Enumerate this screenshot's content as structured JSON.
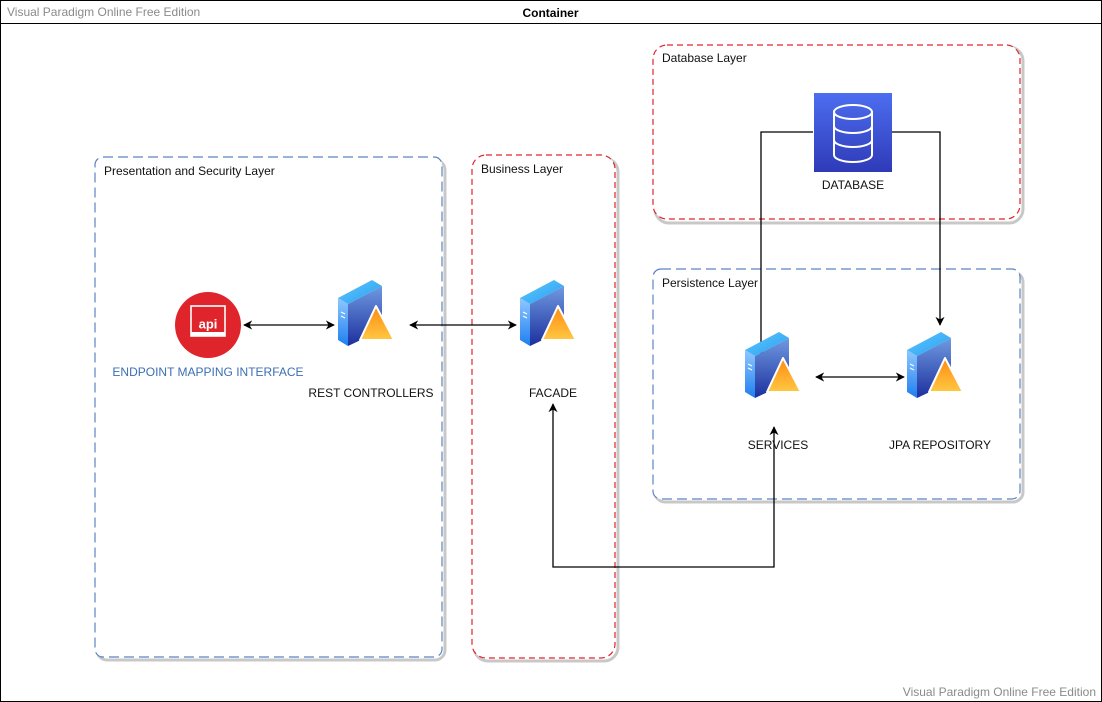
{
  "watermark": {
    "top": "Visual Paradigm Online Free Edition",
    "bottom": "Visual Paradigm Online Free Edition"
  },
  "container": {
    "title": "Container"
  },
  "layers": {
    "presentation": {
      "label": "Presentation and Security Layer",
      "border_color": "#5b84c4"
    },
    "business": {
      "label": "Business Layer",
      "border_color": "#e0242c"
    },
    "database": {
      "label": "Database Layer",
      "border_color": "#e0242c"
    },
    "persistence": {
      "label": "Persistence Layer",
      "border_color": "#5b84c4"
    }
  },
  "nodes": {
    "endpoint": {
      "label": "ENDPOINT MAPPING INTERFACE",
      "icon_text": "api",
      "icon": "api-icon",
      "color": "#e0242c"
    },
    "rest": {
      "label": "REST CONTROLLERS",
      "icon": "server-icon"
    },
    "facade": {
      "label": "FACADE",
      "icon": "server-icon"
    },
    "database": {
      "label": "DATABASE",
      "icon": "database-icon",
      "color": "#3b4fd8"
    },
    "services": {
      "label": "SERVICES",
      "icon": "server-icon"
    },
    "jpa": {
      "label": "JPA REPOSITORY",
      "icon": "server-icon"
    }
  },
  "connections": [
    {
      "from": "endpoint",
      "to": "rest",
      "type": "bidirectional"
    },
    {
      "from": "rest",
      "to": "facade",
      "type": "bidirectional"
    },
    {
      "from": "database",
      "to": "services",
      "type": "directed"
    },
    {
      "from": "database",
      "to": "jpa",
      "type": "directed"
    },
    {
      "from": "services",
      "to": "jpa",
      "type": "bidirectional"
    },
    {
      "from": "facade",
      "to": "services",
      "type": "bidirectional"
    }
  ]
}
